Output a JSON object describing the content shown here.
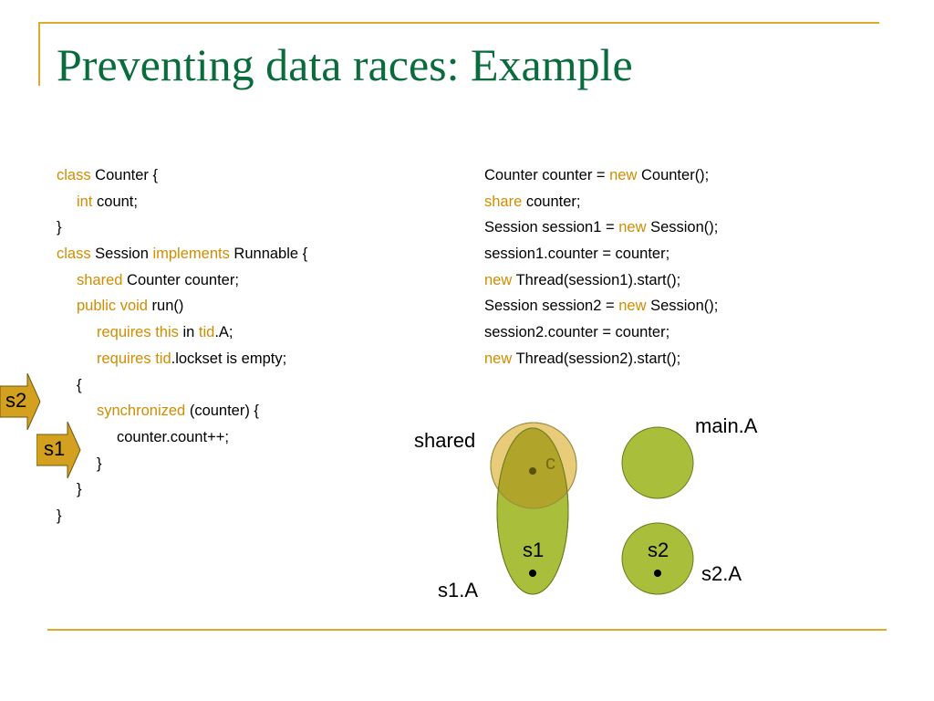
{
  "title": "Preventing data races: Example",
  "code_left": [
    {
      "indent": 0,
      "parts": [
        {
          "t": "class",
          "kw": true
        },
        {
          "t": " Counter {"
        }
      ]
    },
    {
      "indent": 1,
      "parts": [
        {
          "t": "int",
          "kw": true
        },
        {
          "t": " count;"
        }
      ]
    },
    {
      "indent": 0,
      "parts": [
        {
          "t": "}"
        }
      ]
    },
    {
      "indent": 0,
      "parts": [
        {
          "t": "class",
          "kw": true
        },
        {
          "t": " Session "
        },
        {
          "t": "implements",
          "kw": true
        },
        {
          "t": " Runnable {"
        }
      ]
    },
    {
      "indent": 1,
      "parts": [
        {
          "t": "shared",
          "kw": true
        },
        {
          "t": " Counter counter;"
        }
      ]
    },
    {
      "indent": 1,
      "parts": [
        {
          "t": "public void",
          "kw": true
        },
        {
          "t": " run()"
        }
      ]
    },
    {
      "indent": 2,
      "parts": [
        {
          "t": "requires this",
          "kw": true
        },
        {
          "t": " in "
        },
        {
          "t": "tid",
          "kw": true
        },
        {
          "t": ".A;"
        }
      ]
    },
    {
      "indent": 2,
      "parts": [
        {
          "t": "requires tid",
          "kw": true
        },
        {
          "t": ".lockset is empty;"
        }
      ]
    },
    {
      "indent": 1,
      "parts": [
        {
          "t": "{"
        }
      ]
    },
    {
      "indent": 2,
      "parts": [
        {
          "t": "synchronized",
          "kw": true
        },
        {
          "t": " (counter) {"
        }
      ]
    },
    {
      "indent": 3,
      "parts": [
        {
          "t": "counter.count++;"
        }
      ]
    },
    {
      "indent": 2,
      "parts": [
        {
          "t": "}"
        }
      ]
    },
    {
      "indent": 1,
      "parts": [
        {
          "t": "}"
        }
      ]
    },
    {
      "indent": 0,
      "parts": [
        {
          "t": "}"
        }
      ]
    }
  ],
  "code_right": [
    {
      "indent": 0,
      "parts": [
        {
          "t": "Counter counter = "
        },
        {
          "t": "new",
          "kw": true
        },
        {
          "t": " Counter();"
        }
      ]
    },
    {
      "indent": 0,
      "parts": [
        {
          "t": "share",
          "kw": true
        },
        {
          "t": " counter;"
        }
      ]
    },
    {
      "indent": 0,
      "parts": [
        {
          "t": "Session session1 = "
        },
        {
          "t": "new",
          "kw": true
        },
        {
          "t": " Session();"
        }
      ]
    },
    {
      "indent": 0,
      "parts": [
        {
          "t": "session1.counter = counter;"
        }
      ]
    },
    {
      "indent": 0,
      "parts": [
        {
          "t": "new",
          "kw": true
        },
        {
          "t": " Thread(session1).start();"
        }
      ]
    },
    {
      "indent": 0,
      "parts": [
        {
          "t": "Session session2 = "
        },
        {
          "t": "new",
          "kw": true
        },
        {
          "t": " Session();"
        }
      ]
    },
    {
      "indent": 0,
      "parts": [
        {
          "t": "session2.counter = counter;"
        }
      ]
    },
    {
      "indent": 0,
      "parts": [
        {
          "t": "new",
          "kw": true
        },
        {
          "t": " Thread(session2).start();"
        }
      ]
    }
  ],
  "markers": {
    "s2": "s2",
    "s1": "s1"
  },
  "diagram": {
    "shared_label": "shared",
    "main_a_label": "main.A",
    "c_label": "c",
    "s1_label": "s1",
    "s2_label": "s2",
    "s1a_label": "s1.A",
    "s2a_label": "s2.A"
  },
  "colors": {
    "title": "#0a6b3c",
    "keyword": "#d18d00",
    "frame": "#e0aa2e",
    "green_region": "#a9bf3b",
    "shared_region": "#e8cc7a",
    "overlap_region": "#b0a42a",
    "arrow_fill": "#d4a020"
  }
}
